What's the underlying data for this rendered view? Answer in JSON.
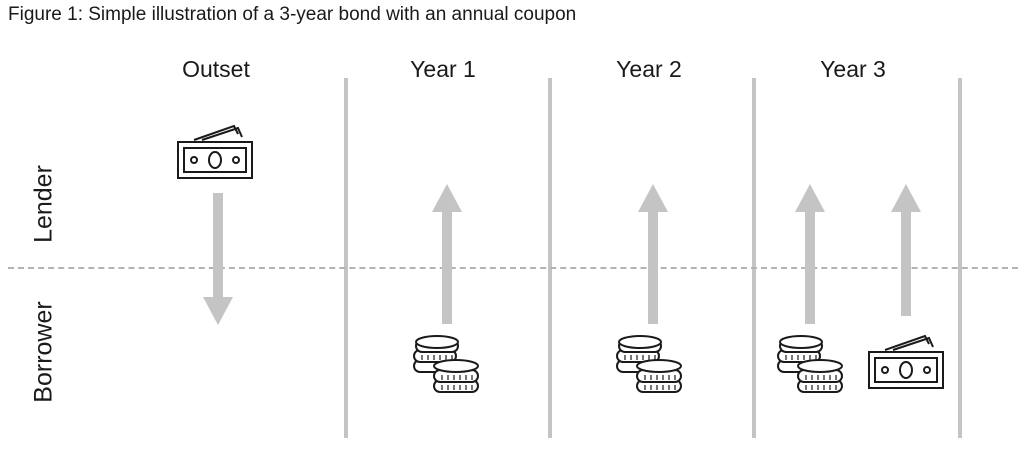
{
  "figure": {
    "caption": "Figure 1: Simple illustration of a 3-year bond with an annual coupon"
  },
  "columns": [
    {
      "label": "Outset"
    },
    {
      "label": "Year 1"
    },
    {
      "label": "Year 2"
    },
    {
      "label": "Year 3"
    }
  ],
  "rows": [
    {
      "label": "Lender"
    },
    {
      "label": "Borrower"
    }
  ],
  "flows": [
    {
      "period": "Outset",
      "item": "banknote-icon",
      "direction": "down",
      "from": "Lender",
      "to": "Borrower"
    },
    {
      "period": "Year 1",
      "item": "coins-icon",
      "direction": "up",
      "from": "Borrower",
      "to": "Lender"
    },
    {
      "period": "Year 2",
      "item": "coins-icon",
      "direction": "up",
      "from": "Borrower",
      "to": "Lender"
    },
    {
      "period": "Year 3",
      "item": "coins-icon",
      "direction": "up",
      "from": "Borrower",
      "to": "Lender"
    },
    {
      "period": "Year 3",
      "item": "banknote-icon",
      "direction": "up",
      "from": "Borrower",
      "to": "Lender"
    }
  ],
  "colors": {
    "arrow": "#c4c4c4",
    "divider": "#c4c4c4",
    "dashed": "#b3b3b3",
    "text": "#1a1a1a"
  }
}
